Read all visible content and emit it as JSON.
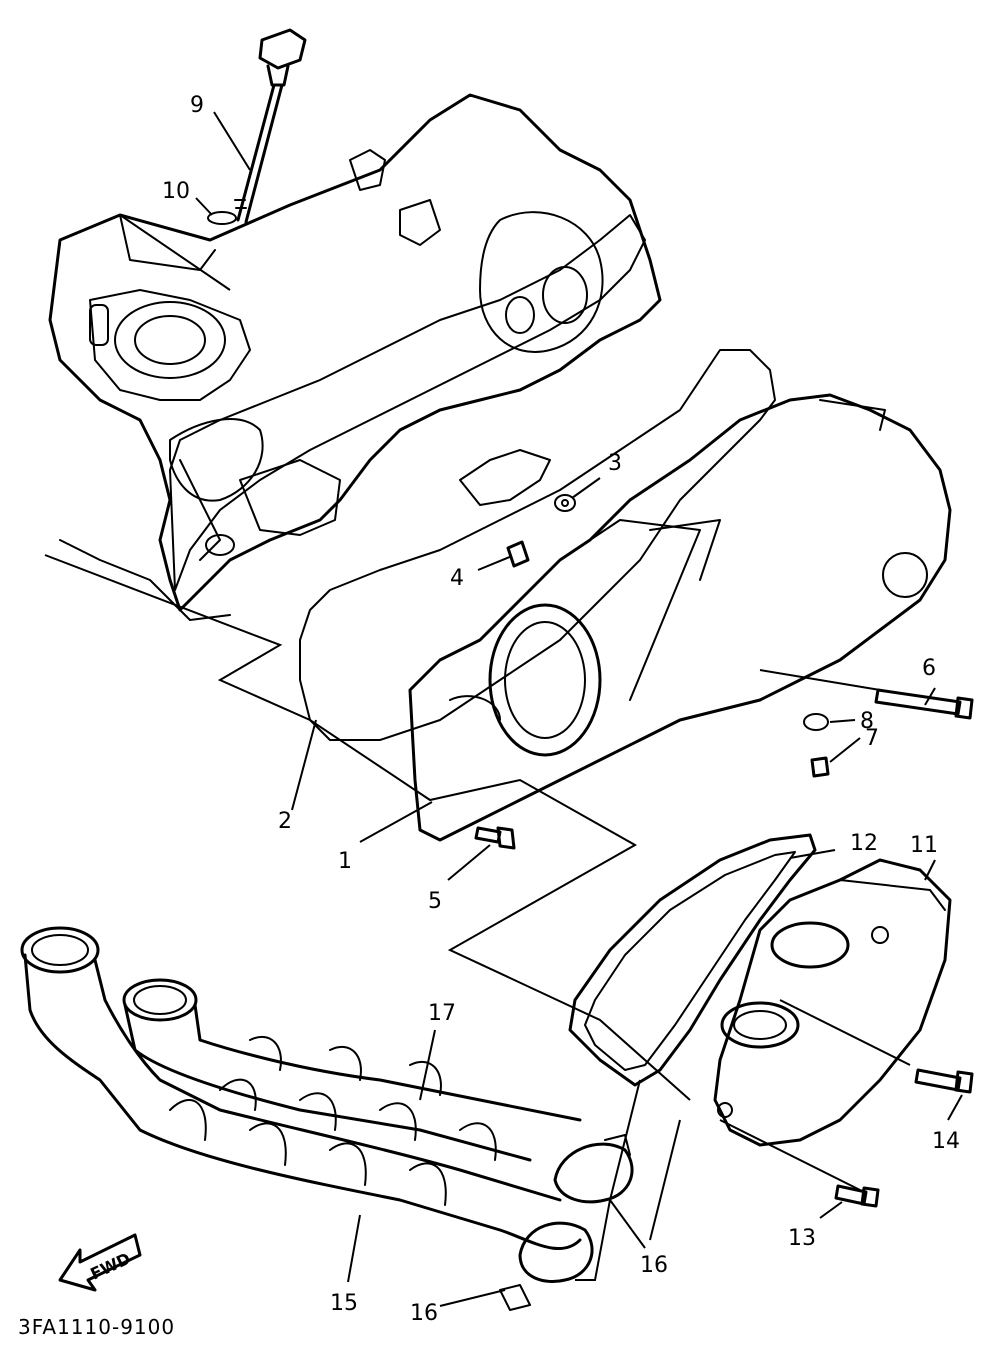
{
  "diagram_code": "3FA1110-9100",
  "fwd_label": "FWD",
  "callouts": {
    "c1": "1",
    "c2": "2",
    "c3": "3",
    "c4": "4",
    "c5": "5",
    "c6": "6",
    "c7": "7",
    "c8": "8",
    "c9": "9",
    "c10": "10",
    "c11": "11",
    "c12": "12",
    "c13": "13",
    "c14": "14",
    "c15": "15",
    "c16a": "16",
    "c16b": "16",
    "c17": "17"
  }
}
